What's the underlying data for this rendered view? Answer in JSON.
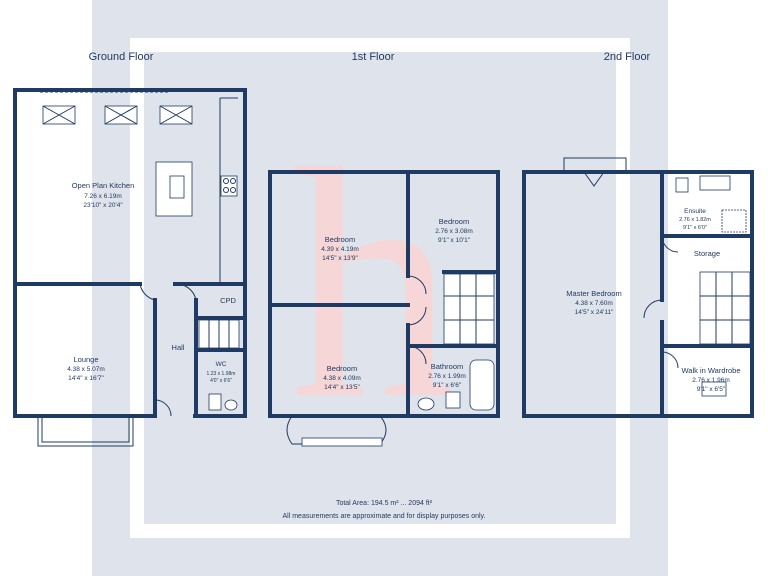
{
  "floors": {
    "ground": "Ground Floor",
    "first": "1st Floor",
    "second": "2nd Floor"
  },
  "rooms": {
    "kitchen": {
      "name": "Open Plan Kitchen",
      "metric": "7.26 x 6.19m",
      "imperial": "23'10\" x 20'4\""
    },
    "lounge": {
      "name": "Lounge",
      "metric": "4.38 x 5.07m",
      "imperial": "14'4\" x 16'7\""
    },
    "hall": {
      "name": "Hall"
    },
    "cpd": {
      "name": "CPD"
    },
    "wc": {
      "name": "WC",
      "metric": "1.23 x 1.98m",
      "imperial": "4'0\" x 6'6\""
    },
    "bed1": {
      "name": "Bedroom",
      "metric": "4.39 x 4.19m",
      "imperial": "14'5\" x 13'9\""
    },
    "bed2": {
      "name": "Bedroom",
      "metric": "2.76 x 3.08m",
      "imperial": "9'1\" x 10'1\""
    },
    "bed3": {
      "name": "Bedroom",
      "metric": "4.38 x 4.09m",
      "imperial": "14'4\" x 13'5\""
    },
    "bathroom": {
      "name": "Bathroom",
      "metric": "2.76 x 1.99m",
      "imperial": "9'1\" x 6'6\""
    },
    "master": {
      "name": "Master Bedroom",
      "metric": "4.38 x 7.60m",
      "imperial": "14'5\" x 24'11\""
    },
    "ensuite": {
      "name": "Ensuite",
      "metric": "2.76 x 1.82m",
      "imperial": "9'1\" x 6'0\""
    },
    "storage": {
      "name": "Storage"
    },
    "walkin": {
      "name": "Walk in Wardrobe",
      "metric": "2.76 x 1.96m",
      "imperial": "9'1\" x 6'5\""
    }
  },
  "footer": {
    "total": "Total Area: 194.5 m² ... 2094 ft²",
    "disclaimer": "All measurements are approximate and for display purposes only."
  },
  "colors": {
    "wall": "#1f3a63",
    "watermark_bg": "#dfe4ec",
    "watermark_logo": "#f6d6d6"
  },
  "watermark": "h"
}
